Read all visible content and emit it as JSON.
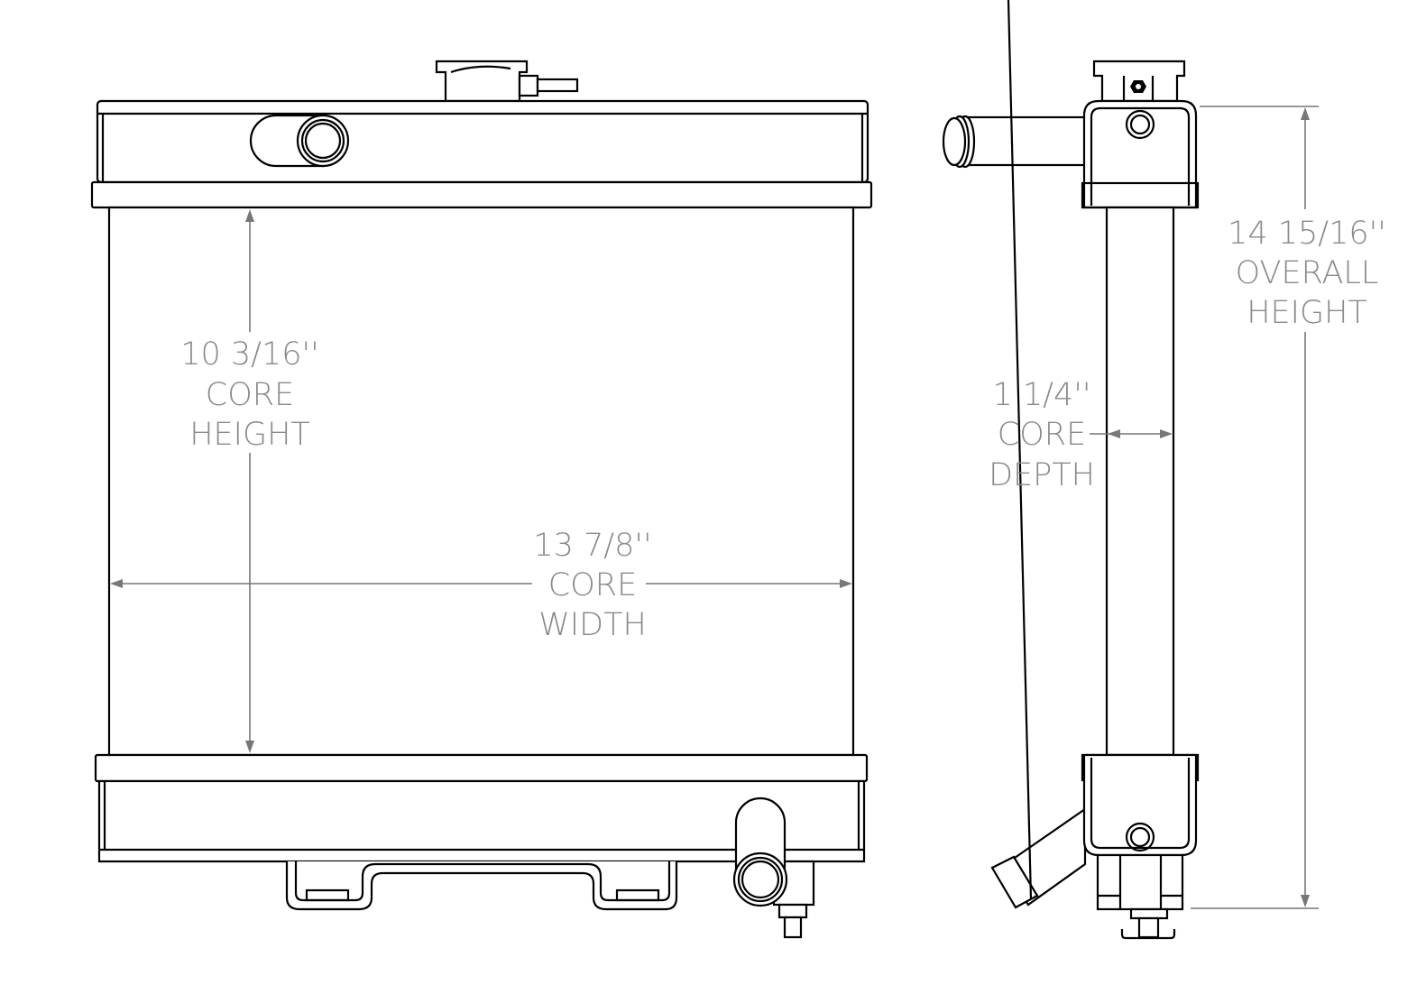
{
  "dimensions": {
    "core_height": {
      "value": "10 3/16''",
      "line2": "CORE",
      "line3": "HEIGHT"
    },
    "core_width": {
      "value": "13 7/8''",
      "line2": "CORE",
      "line3": "WIDTH"
    },
    "core_depth": {
      "value": "1 1/4''",
      "line2": "CORE",
      "line3": "DEPTH"
    },
    "overall_height": {
      "value": "14 15/16''",
      "line2": "OVERALL",
      "line3": "HEIGHT"
    }
  },
  "colors": {
    "line": "#000000",
    "dimension": "#8a8a8a"
  }
}
